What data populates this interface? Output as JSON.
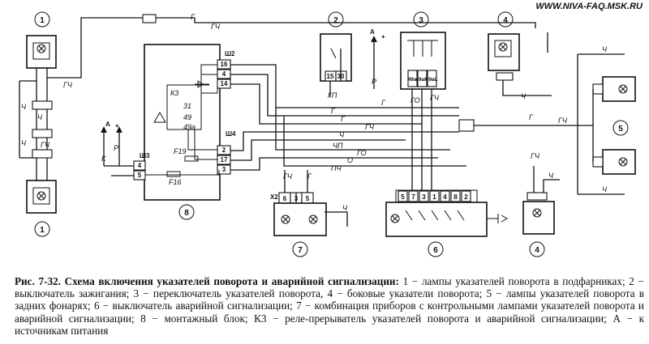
{
  "site": "WWW.NIVA-FAQ.MSK.RU",
  "components": {
    "c1": "1",
    "c2": "2",
    "c3": "3",
    "c4": "4",
    "c5": "5",
    "c6": "6",
    "c7": "7",
    "c8": "8"
  },
  "block": {
    "sh2": "Ш2",
    "sh3": "Ш3",
    "sh4": "Ш4",
    "k3": "К3",
    "p16": "16",
    "p4": "4",
    "p14": "14",
    "p2": "2",
    "p17": "17",
    "p3": "3",
    "p4b": "4",
    "p5": "5",
    "r31": "31",
    "r49": "49",
    "r49a": "49a",
    "f19": "F19",
    "f16": "F16"
  },
  "ignition": {
    "p15": "15",
    "p30": "30",
    "gp": "ГП",
    "a": "А",
    "plus": "+",
    "r": "Р"
  },
  "switch3": {
    "p49a": "49a",
    "p49aR": "49aR",
    "p49aL": "49aL",
    "go": "ГО",
    "gch": "ГЧ"
  },
  "left_supply": {
    "a": "А",
    "plus": "+",
    "p": "Р",
    "k": "К"
  },
  "hazard6": {
    "pins": [
      "5",
      "7",
      "3",
      "1",
      "4",
      "8",
      "2"
    ]
  },
  "panel7": {
    "x2": "Х2",
    "pins": [
      "6",
      "3",
      "5"
    ],
    "gch": "ГЧ",
    "g": "Г",
    "ch": "Ч"
  },
  "wires": {
    "g": "Г",
    "gch": "ГЧ",
    "ch": "Ч",
    "chp": "ЧП",
    "go": "ГО",
    "o": "О",
    "pch": "ПЧ"
  },
  "caption": {
    "title": "Рис. 7-32. Схема включения указателей поворота и аварийной сигнализации:",
    "body": " 1 − лампы указателей поворота в подфарниках; 2 − выключатель зажигания; 3 − переключатель указателей поворота, 4 − боковые указатели поворота; 5 − лампы указателей поворота в задних фонарях; 6 − выключатель аварийной сигнализации; 7 − комбинация приборов с контрольными лампами указателей поворота и аварийной сигнализации; 8 − монтажный блок; К3 − реле-прерыватель указателей поворота и аварийной сигнализации; А − к источникам питания"
  }
}
